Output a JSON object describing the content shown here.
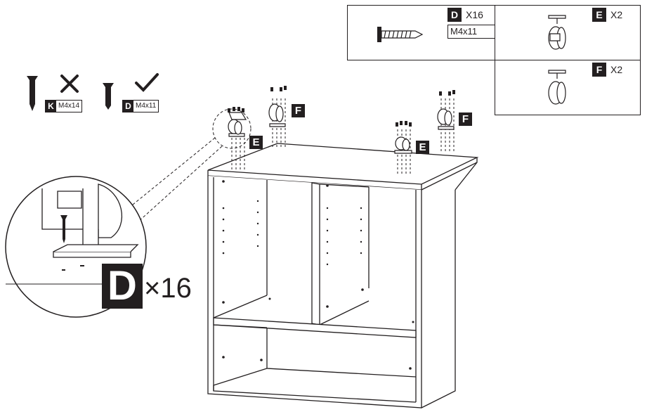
{
  "parts_table": {
    "screw": {
      "tag": "D",
      "qty": "X16",
      "size": "M4x11",
      "icon": "screw-icon"
    },
    "caster_brake": {
      "tag": "E",
      "qty": "X2",
      "icon": "caster-with-brake-icon"
    },
    "caster_plain": {
      "tag": "F",
      "qty": "X2",
      "icon": "caster-icon"
    }
  },
  "screw_guide": {
    "wrong": {
      "tag": "K",
      "size": "M4x14",
      "mark": "cross-icon"
    },
    "right": {
      "tag": "D",
      "size": "M4x11",
      "mark": "check-icon"
    }
  },
  "callouts": {
    "front_left": "E",
    "back_left": "F",
    "front_right": "E",
    "back_right": "F"
  },
  "detail": {
    "tag": "D",
    "qty": "×16"
  }
}
